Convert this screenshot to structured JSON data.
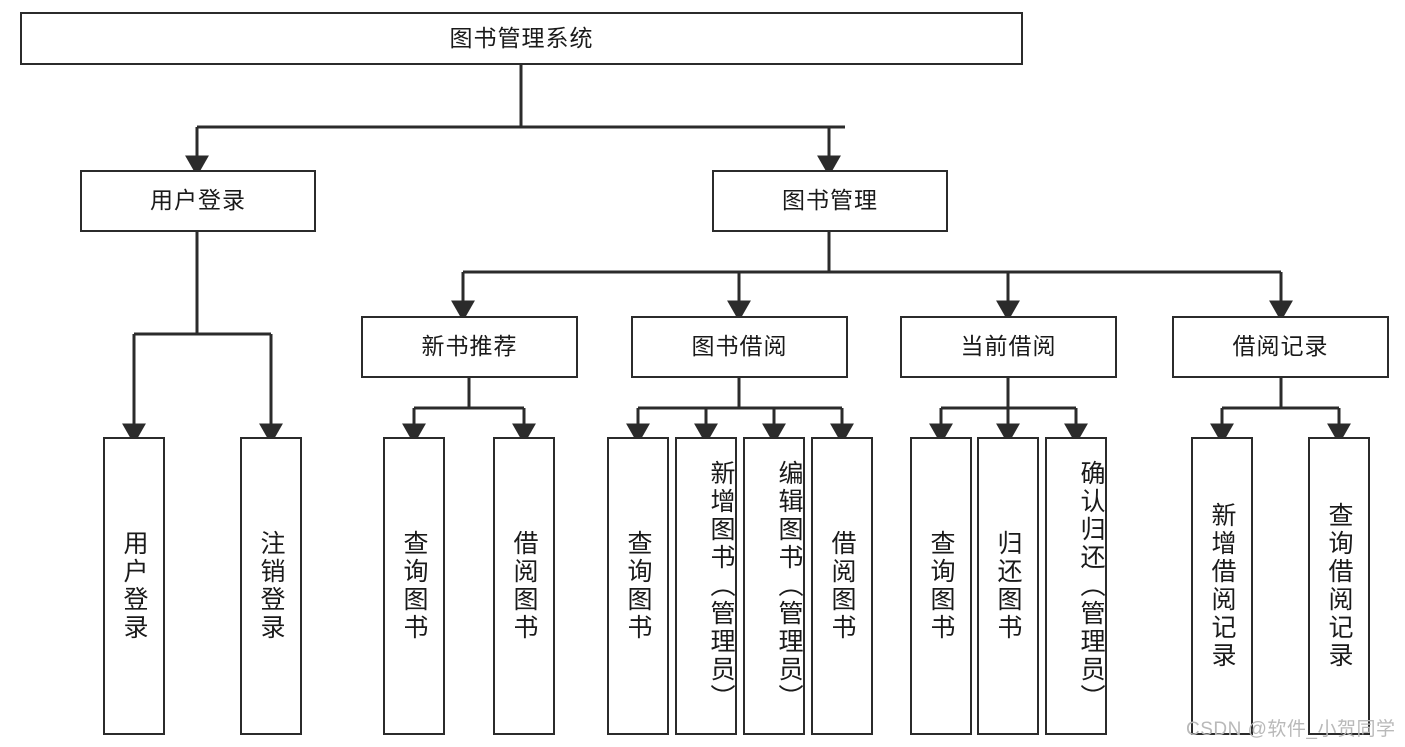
{
  "diagram": {
    "title": "图书管理系统",
    "type": "tree-hierarchy",
    "root": {
      "label": "图书管理系统"
    },
    "level2": [
      {
        "label": "用户登录"
      },
      {
        "label": "图书管理"
      }
    ],
    "level3": [
      {
        "label": "新书推荐"
      },
      {
        "label": "图书借阅"
      },
      {
        "label": "当前借阅"
      },
      {
        "label": "借阅记录"
      }
    ],
    "leaves": {
      "user_login": [
        {
          "label": "用户登录"
        },
        {
          "label": "注销登录"
        }
      ],
      "new_book_recommend": [
        {
          "label": "查询图书"
        },
        {
          "label": "借阅图书"
        }
      ],
      "book_borrow": [
        {
          "label": "查询图书"
        },
        {
          "label": "新增图书（管理员）"
        },
        {
          "label": "编辑图书（管理员）"
        },
        {
          "label": "借阅图书"
        }
      ],
      "current_borrow": [
        {
          "label": "查询图书"
        },
        {
          "label": "归还图书"
        },
        {
          "label": "确认归还（管理员）"
        }
      ],
      "borrow_record": [
        {
          "label": "新增借阅记录"
        },
        {
          "label": "查询借阅记录"
        }
      ]
    }
  },
  "watermark": {
    "text": "CSDN @软件_小贺同学"
  },
  "colors": {
    "line": "#2b2b2b",
    "box_border": "#2b2b2b",
    "box_fill": "#ffffff",
    "text": "#1a1a1a",
    "watermark": "#b9b9b9"
  }
}
